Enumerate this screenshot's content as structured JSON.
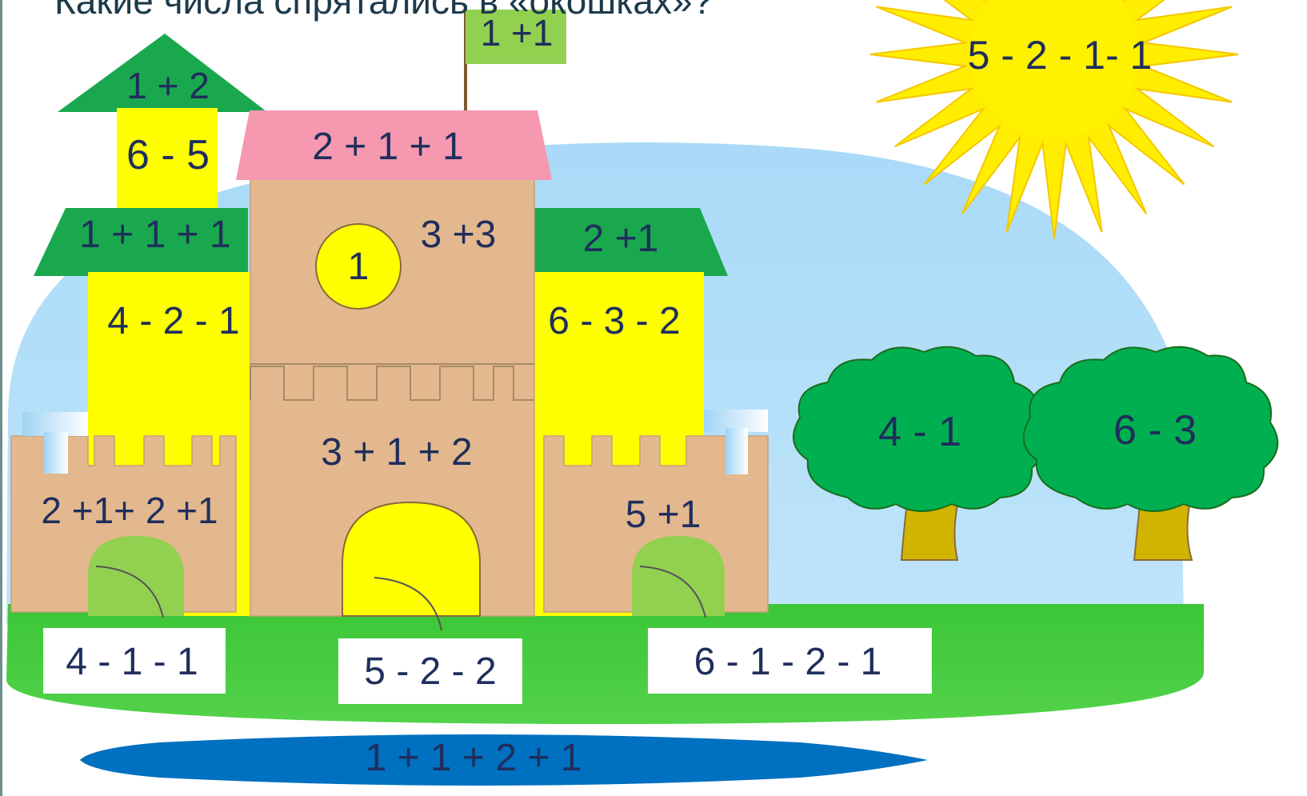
{
  "heading": "Какие числа спрятались в «окошках»?",
  "flag": "1 +1",
  "sun": "5 - 2 - 1- 1",
  "left_tower": {
    "top_roof": "1 + 2",
    "top_window": "6 - 5",
    "roof": "1 + 1 + 1",
    "body": "4 - 2 - 1"
  },
  "main_tower": {
    "roof": "2 + 1 + 1",
    "clock": "1",
    "beside_clock": "3 +3",
    "middle": "3 + 1 + 2"
  },
  "right_tower": {
    "roof": "2 +1",
    "body": "6 - 3 - 2"
  },
  "left_wall": "2 +1+ 2 +1",
  "right_wall": "5 +1",
  "signs": {
    "left": "4 - 1 - 1",
    "middle": "5 - 2 - 2",
    "right": "6 - 1 - 2 - 1"
  },
  "trees": {
    "left": "4 - 1",
    "right": "6 - 3"
  },
  "pond": "1 + 1 + 2 + 1",
  "colors": {
    "sky": "#a8d8f6",
    "grass": "#3fc63a",
    "wall": "#e3b88e",
    "yellow": "#ffff00",
    "green_roof": "#1aa84e",
    "pink_roof": "#f598b0",
    "light_green": "#92d050",
    "tree": "#00b050",
    "trunk": "#d1b400",
    "pond": "#0070c0",
    "text": "#1f2e5c"
  }
}
